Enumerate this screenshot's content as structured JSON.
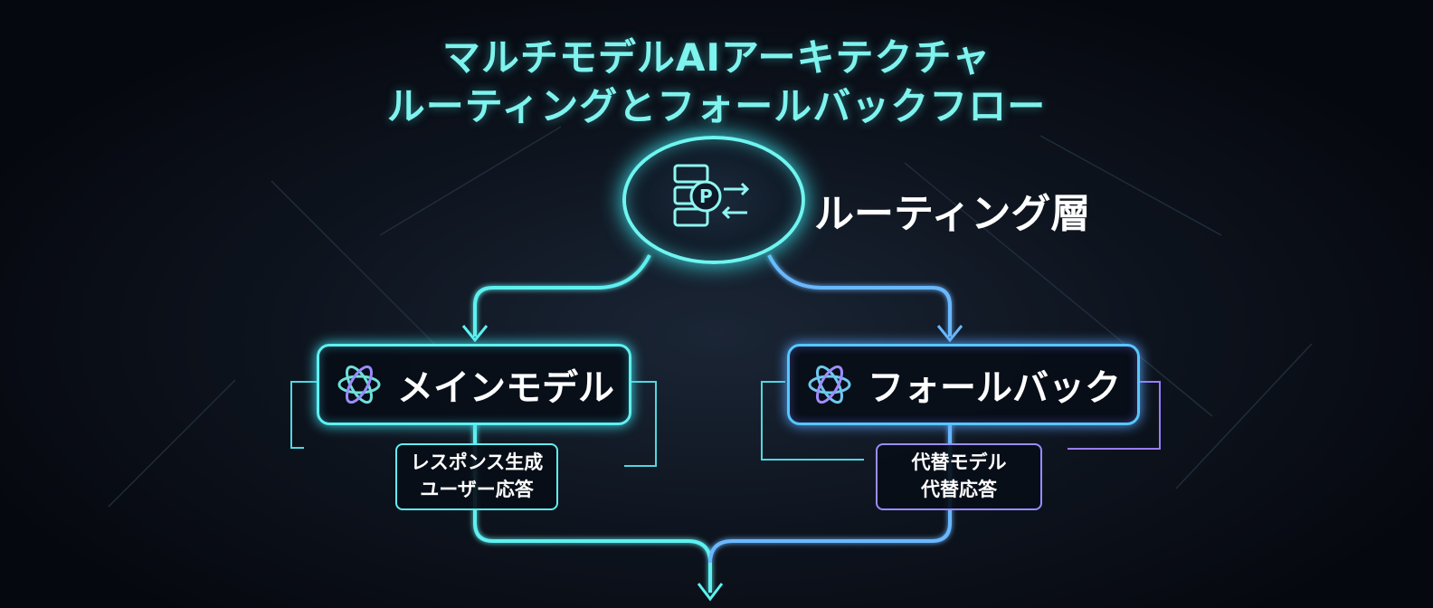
{
  "title": {
    "line1": "マルチモデルAIアーキテクチャ",
    "line2": "ルーティングとフォールバックフロー"
  },
  "router": {
    "label": "ルーティング層",
    "icon": "server-routing-icon"
  },
  "main_model": {
    "label": "メインモデル",
    "icon": "openai-knot-icon",
    "detail_line1": "レスポンス生成",
    "detail_line2": "ユーザー応答"
  },
  "fallback": {
    "label": "フォールバック",
    "icon": "openai-knot-icon",
    "detail_line1": "代替モデル",
    "detail_line2": "代替応答"
  },
  "colors": {
    "accent_cyan": "#5ff0f0",
    "accent_purple": "#9a7cff",
    "background": "#080b14"
  }
}
